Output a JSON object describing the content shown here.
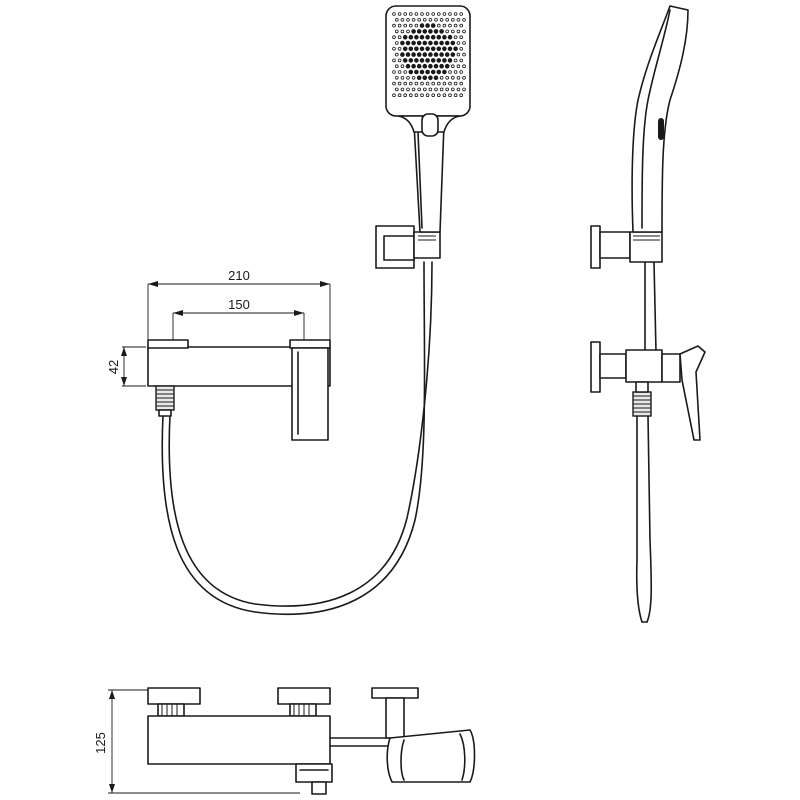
{
  "dimensions": {
    "width_total": "210",
    "width_centers": "150",
    "body_height": "42",
    "overall_height": "125"
  },
  "style": {
    "line_color": "#1a1a1a",
    "background": "#ffffff"
  }
}
